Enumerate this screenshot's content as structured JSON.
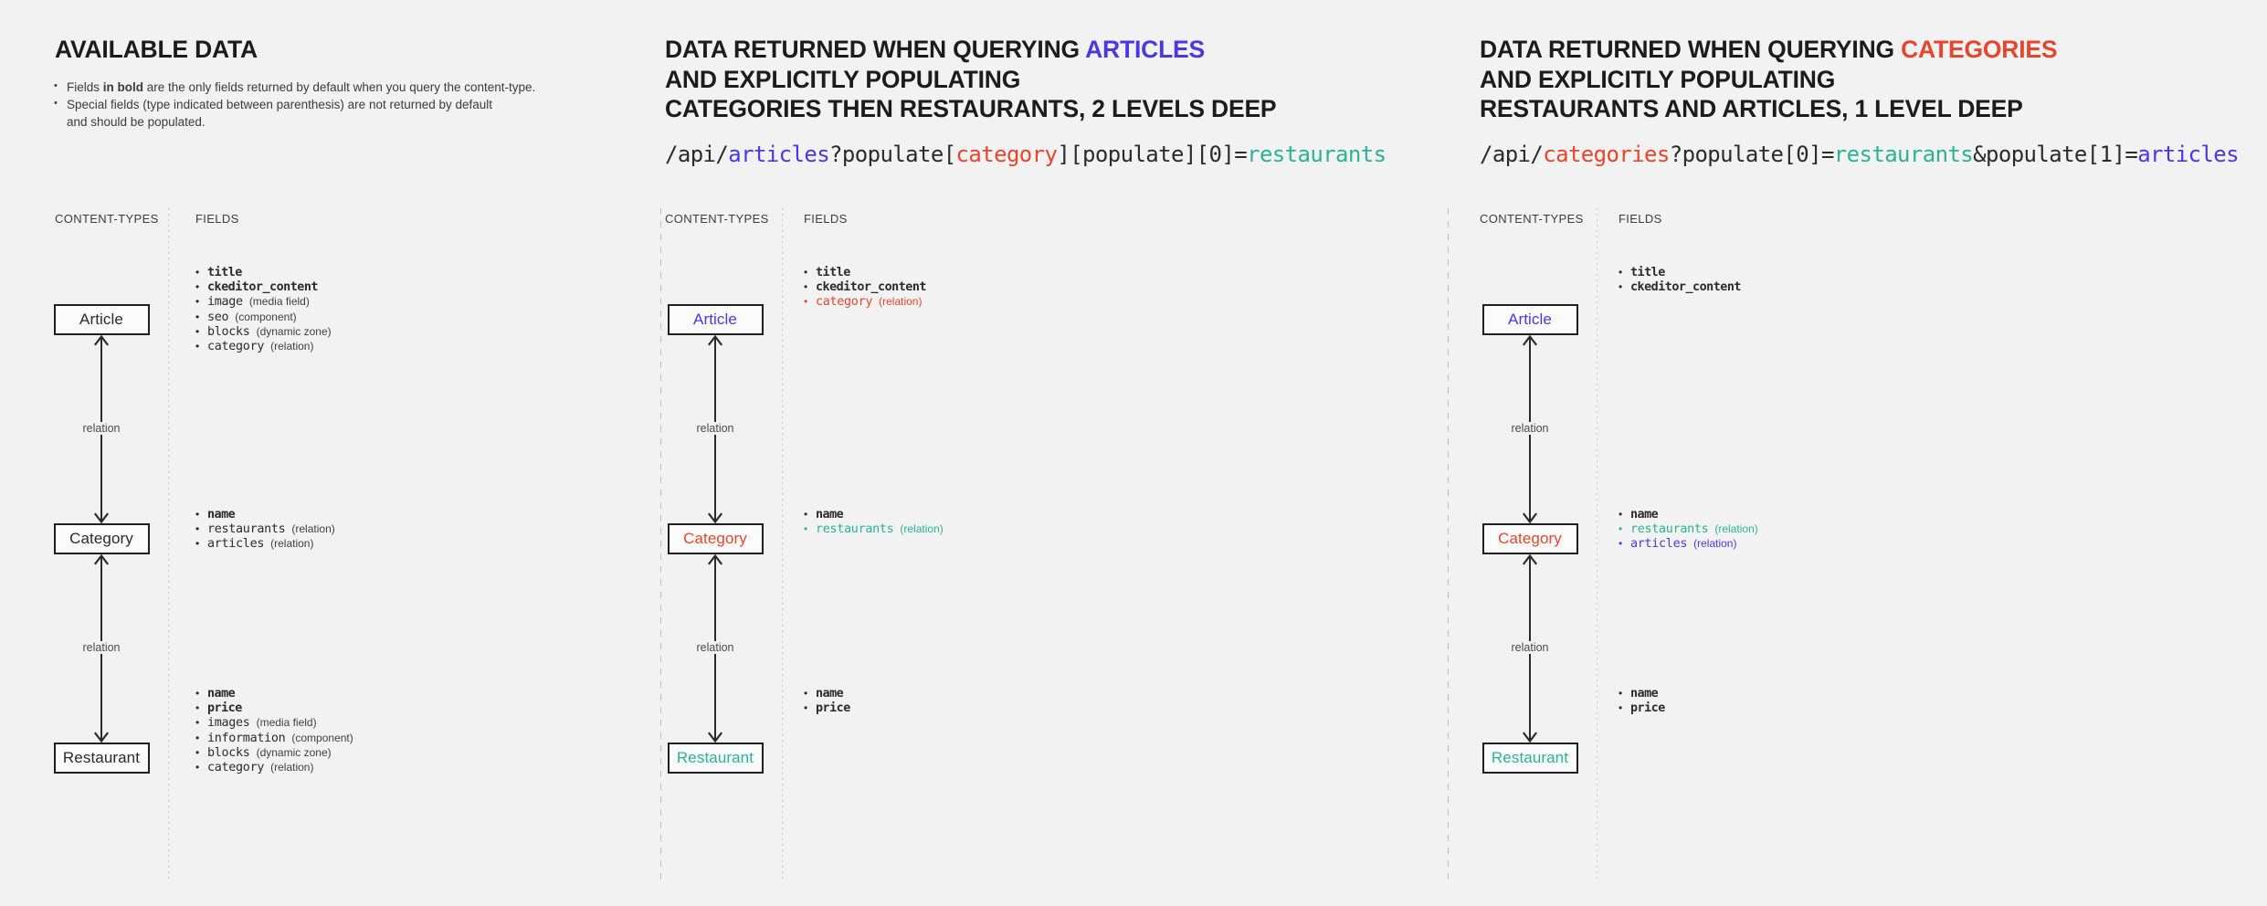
{
  "colors": {
    "background": "#f2f2f2",
    "text": "#1c1c1c",
    "blue": "#4a38e3",
    "red": "#e8452c",
    "teal": "#2bb48e",
    "border": "#1f1f1f"
  },
  "labels": {
    "content_types": "CONTENT-TYPES",
    "fields": "FIELDS",
    "relation": "relation"
  },
  "columns": [
    {
      "id": "available-data",
      "heading": {
        "full": "AVAILABLE DATA",
        "lines": [
          {
            "plain": "AVAILABLE DATA",
            "highlight": "",
            "highlight_color": ""
          }
        ]
      },
      "notes": [
        "Fields in bold are the only fields returned by default when you query the content-type.",
        "Special fields (type indicated between parenthesis) are not returned by default and should be populated."
      ],
      "note_bold_fragment": "in bold",
      "api_url": null,
      "entities": [
        {
          "name": "Article",
          "color": "default"
        },
        {
          "name": "Category",
          "color": "default"
        },
        {
          "name": "Restaurant",
          "color": "default"
        }
      ],
      "field_groups": [
        {
          "entity": "Article",
          "fields": [
            {
              "name": "title",
              "type": "",
              "bold": true,
              "color": "default"
            },
            {
              "name": "ckeditor_content",
              "type": "",
              "bold": true,
              "color": "default"
            },
            {
              "name": "image",
              "type": "(media field)",
              "bold": false,
              "color": "default"
            },
            {
              "name": "seo",
              "type": "(component)",
              "bold": false,
              "color": "default"
            },
            {
              "name": "blocks",
              "type": "(dynamic zone)",
              "bold": false,
              "color": "default"
            },
            {
              "name": "category",
              "type": "(relation)",
              "bold": false,
              "color": "default"
            }
          ]
        },
        {
          "entity": "Category",
          "fields": [
            {
              "name": "name",
              "type": "",
              "bold": true,
              "color": "default"
            },
            {
              "name": "restaurants",
              "type": "(relation)",
              "bold": false,
              "color": "default"
            },
            {
              "name": "articles",
              "type": "(relation)",
              "bold": false,
              "color": "default"
            }
          ]
        },
        {
          "entity": "Restaurant",
          "fields": [
            {
              "name": "name",
              "type": "",
              "bold": true,
              "color": "default"
            },
            {
              "name": "price",
              "type": "",
              "bold": true,
              "color": "default"
            },
            {
              "name": "images",
              "type": "(media field)",
              "bold": false,
              "color": "default"
            },
            {
              "name": "information",
              "type": "(component)",
              "bold": false,
              "color": "default"
            },
            {
              "name": "blocks",
              "type": "(dynamic zone)",
              "bold": false,
              "color": "default"
            },
            {
              "name": "category",
              "type": "(relation)",
              "bold": false,
              "color": "default"
            }
          ]
        }
      ]
    },
    {
      "id": "query-articles",
      "heading": {
        "lines": [
          {
            "plain": "DATA RETURNED WHEN QUERYING ",
            "highlight": "ARTICLES",
            "highlight_color": "blue"
          },
          {
            "plain": "AND EXPLICITLY POPULATING",
            "highlight": "",
            "highlight_color": ""
          },
          {
            "plain": "CATEGORIES THEN RESTAURANTS, 2 LEVELS DEEP",
            "highlight": "",
            "highlight_color": ""
          }
        ]
      },
      "notes": [],
      "api_url": {
        "full": "/api/articles?populate[category][populate][0]=restaurants",
        "parts": [
          {
            "t": "/api/",
            "c": "default"
          },
          {
            "t": "articles",
            "c": "blue"
          },
          {
            "t": "?populate[",
            "c": "default"
          },
          {
            "t": "category",
            "c": "red"
          },
          {
            "t": "][populate][0]=",
            "c": "default"
          },
          {
            "t": "restaurants",
            "c": "teal"
          }
        ]
      },
      "entities": [
        {
          "name": "Article",
          "color": "blue"
        },
        {
          "name": "Category",
          "color": "red"
        },
        {
          "name": "Restaurant",
          "color": "teal"
        }
      ],
      "field_groups": [
        {
          "entity": "Article",
          "fields": [
            {
              "name": "title",
              "type": "",
              "bold": true,
              "color": "default"
            },
            {
              "name": "ckeditor_content",
              "type": "",
              "bold": true,
              "color": "default"
            },
            {
              "name": "category",
              "type": "(relation)",
              "bold": false,
              "color": "red"
            }
          ]
        },
        {
          "entity": "Category",
          "fields": [
            {
              "name": "name",
              "type": "",
              "bold": true,
              "color": "default"
            },
            {
              "name": "restaurants",
              "type": "(relation)",
              "bold": false,
              "color": "teal"
            }
          ]
        },
        {
          "entity": "Restaurant",
          "fields": [
            {
              "name": "name",
              "type": "",
              "bold": true,
              "color": "default"
            },
            {
              "name": "price",
              "type": "",
              "bold": true,
              "color": "default"
            }
          ]
        }
      ]
    },
    {
      "id": "query-categories",
      "heading": {
        "lines": [
          {
            "plain": "DATA RETURNED WHEN QUERYING ",
            "highlight": "CATEGORIES",
            "highlight_color": "red"
          },
          {
            "plain": "AND EXPLICITLY POPULATING",
            "highlight": "",
            "highlight_color": ""
          },
          {
            "plain": "RESTAURANTS AND ARTICLES, 1 LEVEL DEEP",
            "highlight": "",
            "highlight_color": ""
          }
        ]
      },
      "notes": [],
      "api_url": {
        "full": "/api/categories?populate[0]=restaurants&populate[1]=articles",
        "parts": [
          {
            "t": "/api/",
            "c": "default"
          },
          {
            "t": "categories",
            "c": "red"
          },
          {
            "t": "?populate[0]=",
            "c": "default"
          },
          {
            "t": "restaurants",
            "c": "teal"
          },
          {
            "t": "&populate[1]=",
            "c": "default"
          },
          {
            "t": "articles",
            "c": "blue"
          }
        ]
      },
      "entities": [
        {
          "name": "Article",
          "color": "blue"
        },
        {
          "name": "Category",
          "color": "red"
        },
        {
          "name": "Restaurant",
          "color": "teal"
        }
      ],
      "field_groups": [
        {
          "entity": "Article",
          "fields": [
            {
              "name": "title",
              "type": "",
              "bold": true,
              "color": "default"
            },
            {
              "name": "ckeditor_content",
              "type": "",
              "bold": true,
              "color": "default"
            }
          ]
        },
        {
          "entity": "Category",
          "fields": [
            {
              "name": "name",
              "type": "",
              "bold": true,
              "color": "default"
            },
            {
              "name": "restaurants",
              "type": "(relation)",
              "bold": false,
              "color": "teal"
            },
            {
              "name": "articles",
              "type": "(relation)",
              "bold": false,
              "color": "blue"
            }
          ]
        },
        {
          "entity": "Restaurant",
          "fields": [
            {
              "name": "name",
              "type": "",
              "bold": true,
              "color": "default"
            },
            {
              "name": "price",
              "type": "",
              "bold": true,
              "color": "default"
            }
          ]
        }
      ]
    }
  ]
}
